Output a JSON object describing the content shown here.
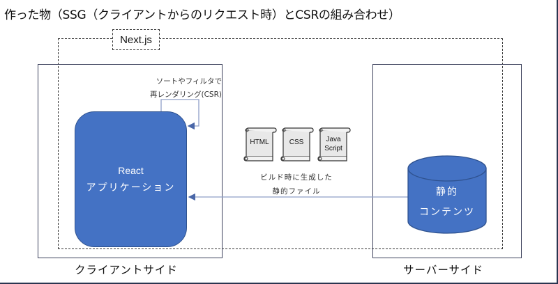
{
  "title": "作った物（SSG（クライアントからのリクエスト時）とCSRの組み合わせ）",
  "framework_label": "Next.js",
  "client": {
    "app_line1": "React",
    "app_line2": "アプリケーション",
    "rerender_line1": "ソートやフィルタで",
    "rerender_line2": "再レンダリング(CSR)",
    "side_label": "クライアントサイド"
  },
  "middle": {
    "files": [
      {
        "line1": "HTML",
        "line2": ""
      },
      {
        "line1": "CSS",
        "line2": ""
      },
      {
        "line1": "Java",
        "line2": "Script"
      }
    ],
    "note_line1": "ビルド時に生成した",
    "note_line2": "静的ファイル"
  },
  "server": {
    "db_line1": "静的",
    "db_line2": "コンテンツ",
    "side_label": "サーバーサイド"
  },
  "colors": {
    "app_fill": "#4472c4",
    "app_border": "#2f528f",
    "arrow": "#7f93c4",
    "box_border": "#3a3f5a"
  }
}
